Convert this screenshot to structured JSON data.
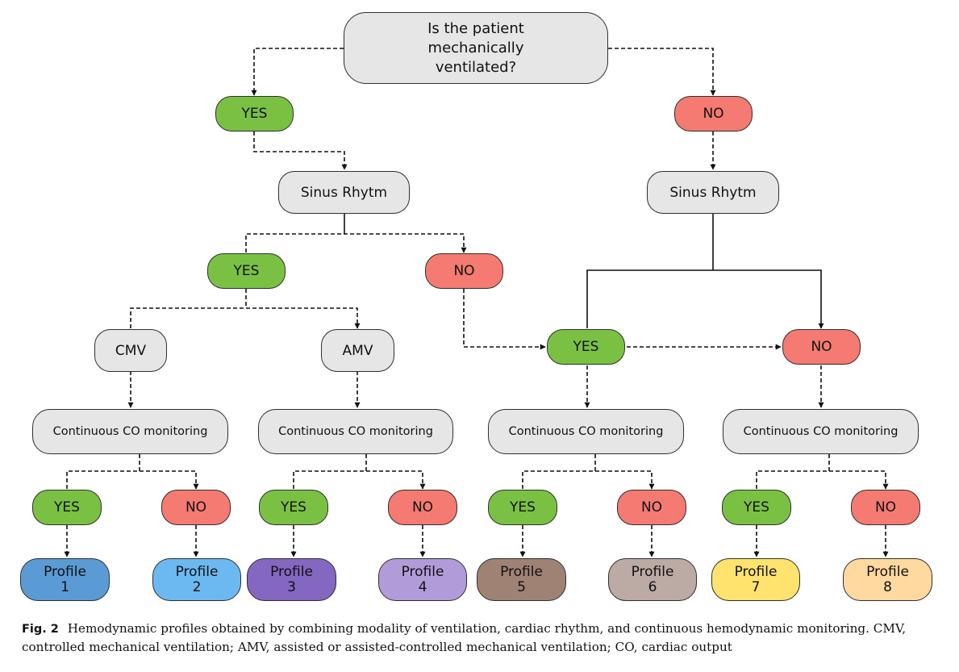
{
  "diagram": {
    "question": "Is the patient mechanically ventilated?",
    "yes": "YES",
    "no": "NO",
    "sinus_rhythm": "Sinus Rhytm",
    "cmv": "CMV",
    "amv": "AMV",
    "monitoring": "Continuous CO monitoring",
    "profile_word": "Profile",
    "profiles": [
      {
        "number": "1",
        "color": "#5b9bd5"
      },
      {
        "number": "2",
        "color": "#6bb9f0"
      },
      {
        "number": "3",
        "color": "#8467c0"
      },
      {
        "number": "4",
        "color": "#b19cd9"
      },
      {
        "number": "5",
        "color": "#a08275"
      },
      {
        "number": "6",
        "color": "#bcaaa4"
      },
      {
        "number": "7",
        "color": "#ffe36e"
      },
      {
        "number": "8",
        "color": "#ffd9a0"
      }
    ]
  },
  "colors": {
    "yes": "#7ac143",
    "no": "#f47a72",
    "neutral": "#e6e6e6"
  },
  "caption": {
    "label": "Fig. 2",
    "text": "Hemodynamic profiles obtained by combining modality of ventilation, cardiac rhythm, and continuous hemodynamic monitoring. CMV, controlled mechanical ventilation; AMV, assisted or assisted-controlled mechanical ventilation; CO, cardiac output"
  }
}
